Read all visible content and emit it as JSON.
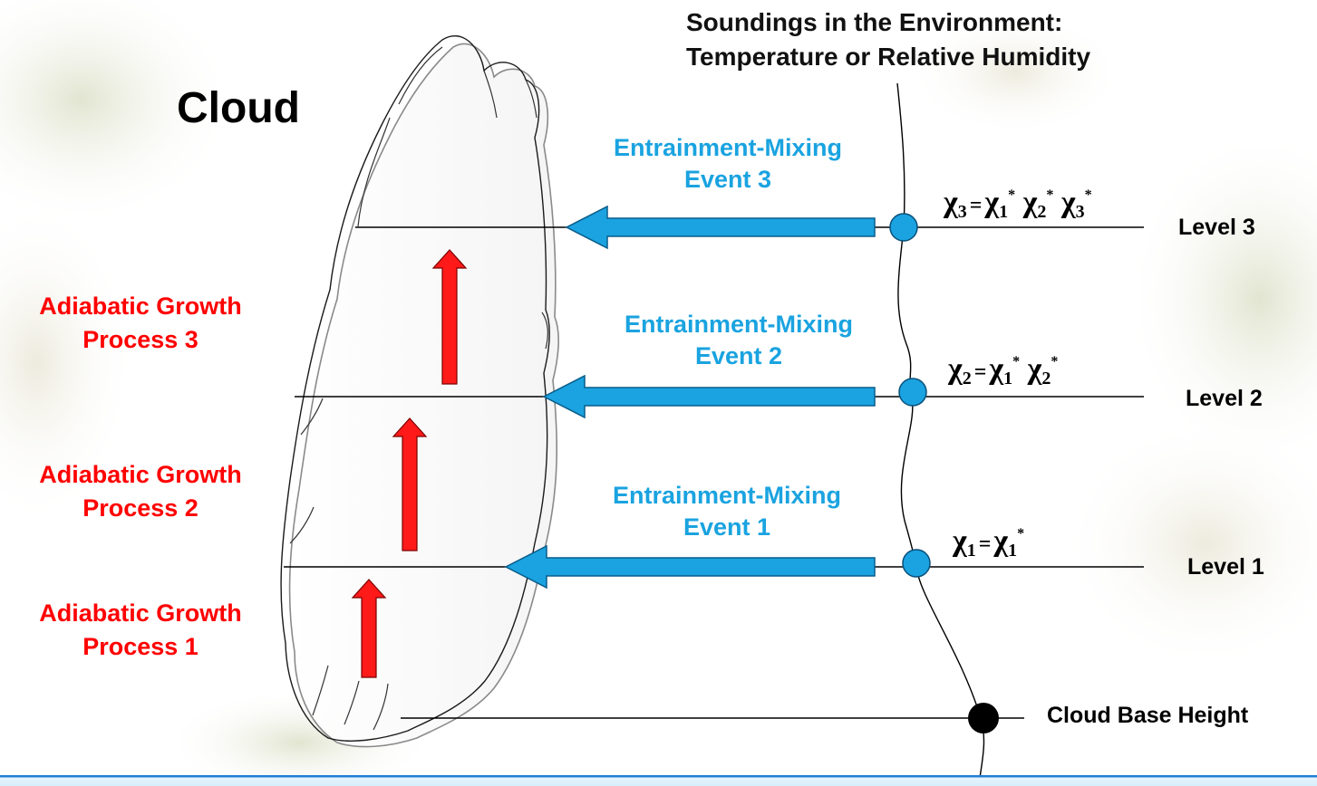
{
  "cloud_title": "Cloud",
  "sounding_title": [
    "Soundings in the Environment:",
    "Temperature or Relative Humidity"
  ],
  "processes": [
    {
      "line1": "Adiabatic Growth",
      "line2": "Process 3"
    },
    {
      "line1": "Adiabatic Growth",
      "line2": "Process 2"
    },
    {
      "line1": "Adiabatic Growth",
      "line2": "Process 1"
    }
  ],
  "events": [
    {
      "line1": "Entrainment-Mixing",
      "line2": "Event 3"
    },
    {
      "line1": "Entrainment-Mixing",
      "line2": "Event 2"
    },
    {
      "line1": "Entrainment-Mixing",
      "line2": "Event 1"
    }
  ],
  "levels": [
    "Level 3",
    "Level 2",
    "Level 1",
    "Cloud Base Height"
  ],
  "formulas": {
    "chi": "χ",
    "equals": "=",
    "star": "*",
    "sub1": "1",
    "sub2": "2",
    "sub3": "3"
  },
  "colors": {
    "adiabatic": "#ff0000",
    "entrainment": "#1aa3e0",
    "node_environment": "#1aa3e0",
    "node_cloud_base": "#000000"
  }
}
